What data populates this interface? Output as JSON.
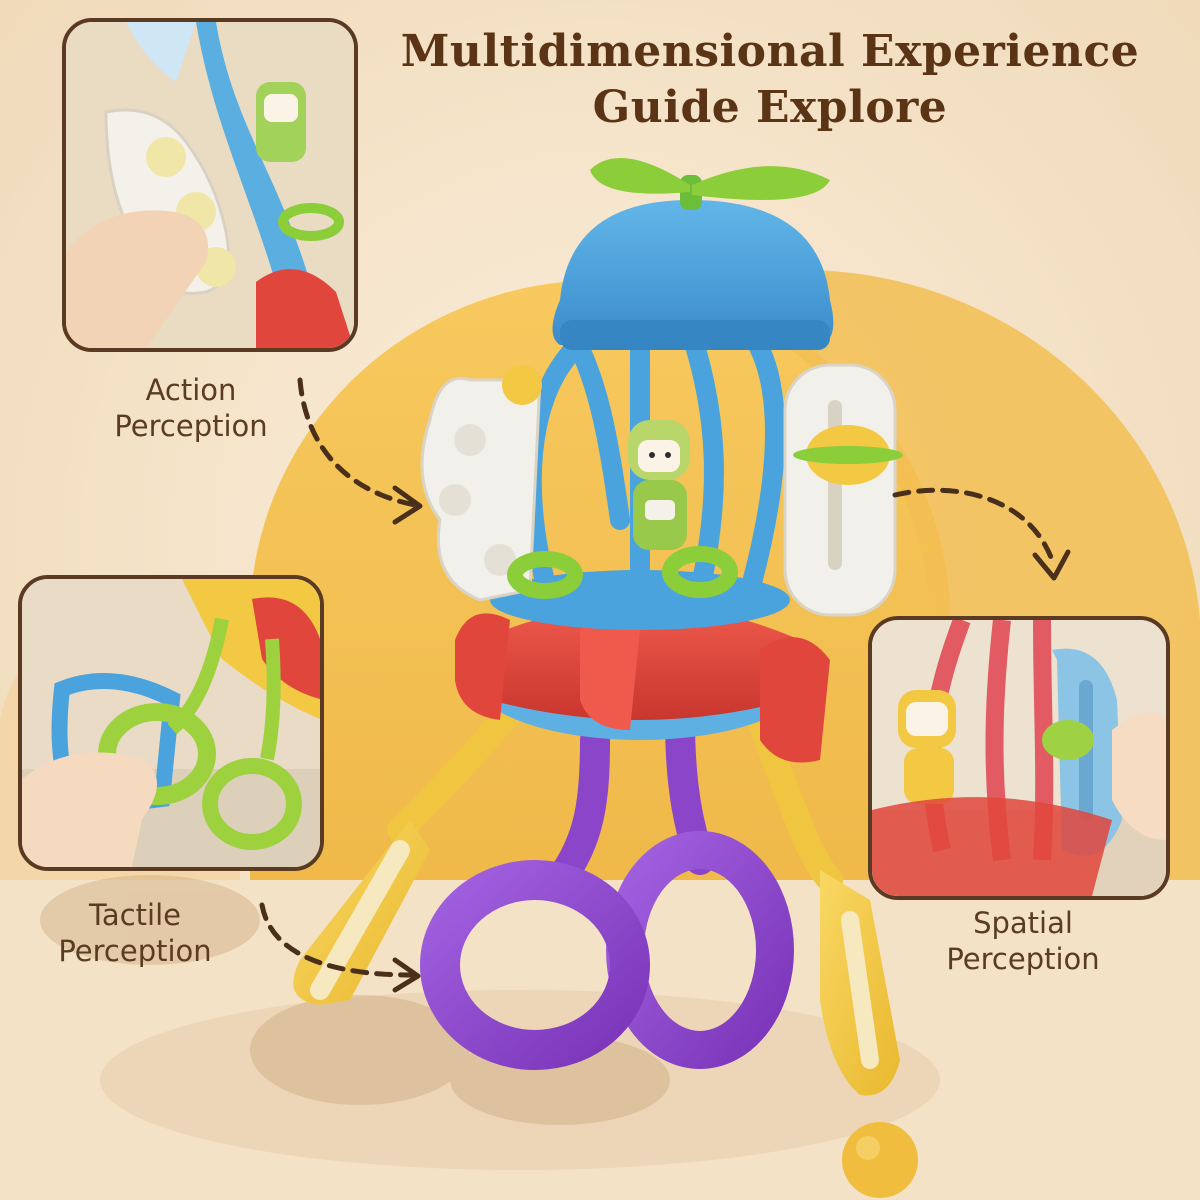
{
  "title": {
    "line1": "Multidimensional Experience",
    "line2": "Guide Explore"
  },
  "features": [
    {
      "line1": "Action",
      "line2": "Perception"
    },
    {
      "line1": "Tactile",
      "line2": "Perception"
    },
    {
      "line1": "Spatial",
      "line2": "Perception"
    }
  ],
  "colors": {
    "title_text": "#5b3416",
    "label_text": "#5a3c22",
    "background": "#f5e4c8",
    "arch_yellow": "#f6c55a",
    "toy_blue": "#4aa3dc",
    "toy_red": "#e0463c",
    "toy_purple": "#8b45c8",
    "toy_yellow": "#f3c842",
    "toy_green": "#8ccd3a",
    "frame_border": "#5a3a22"
  }
}
